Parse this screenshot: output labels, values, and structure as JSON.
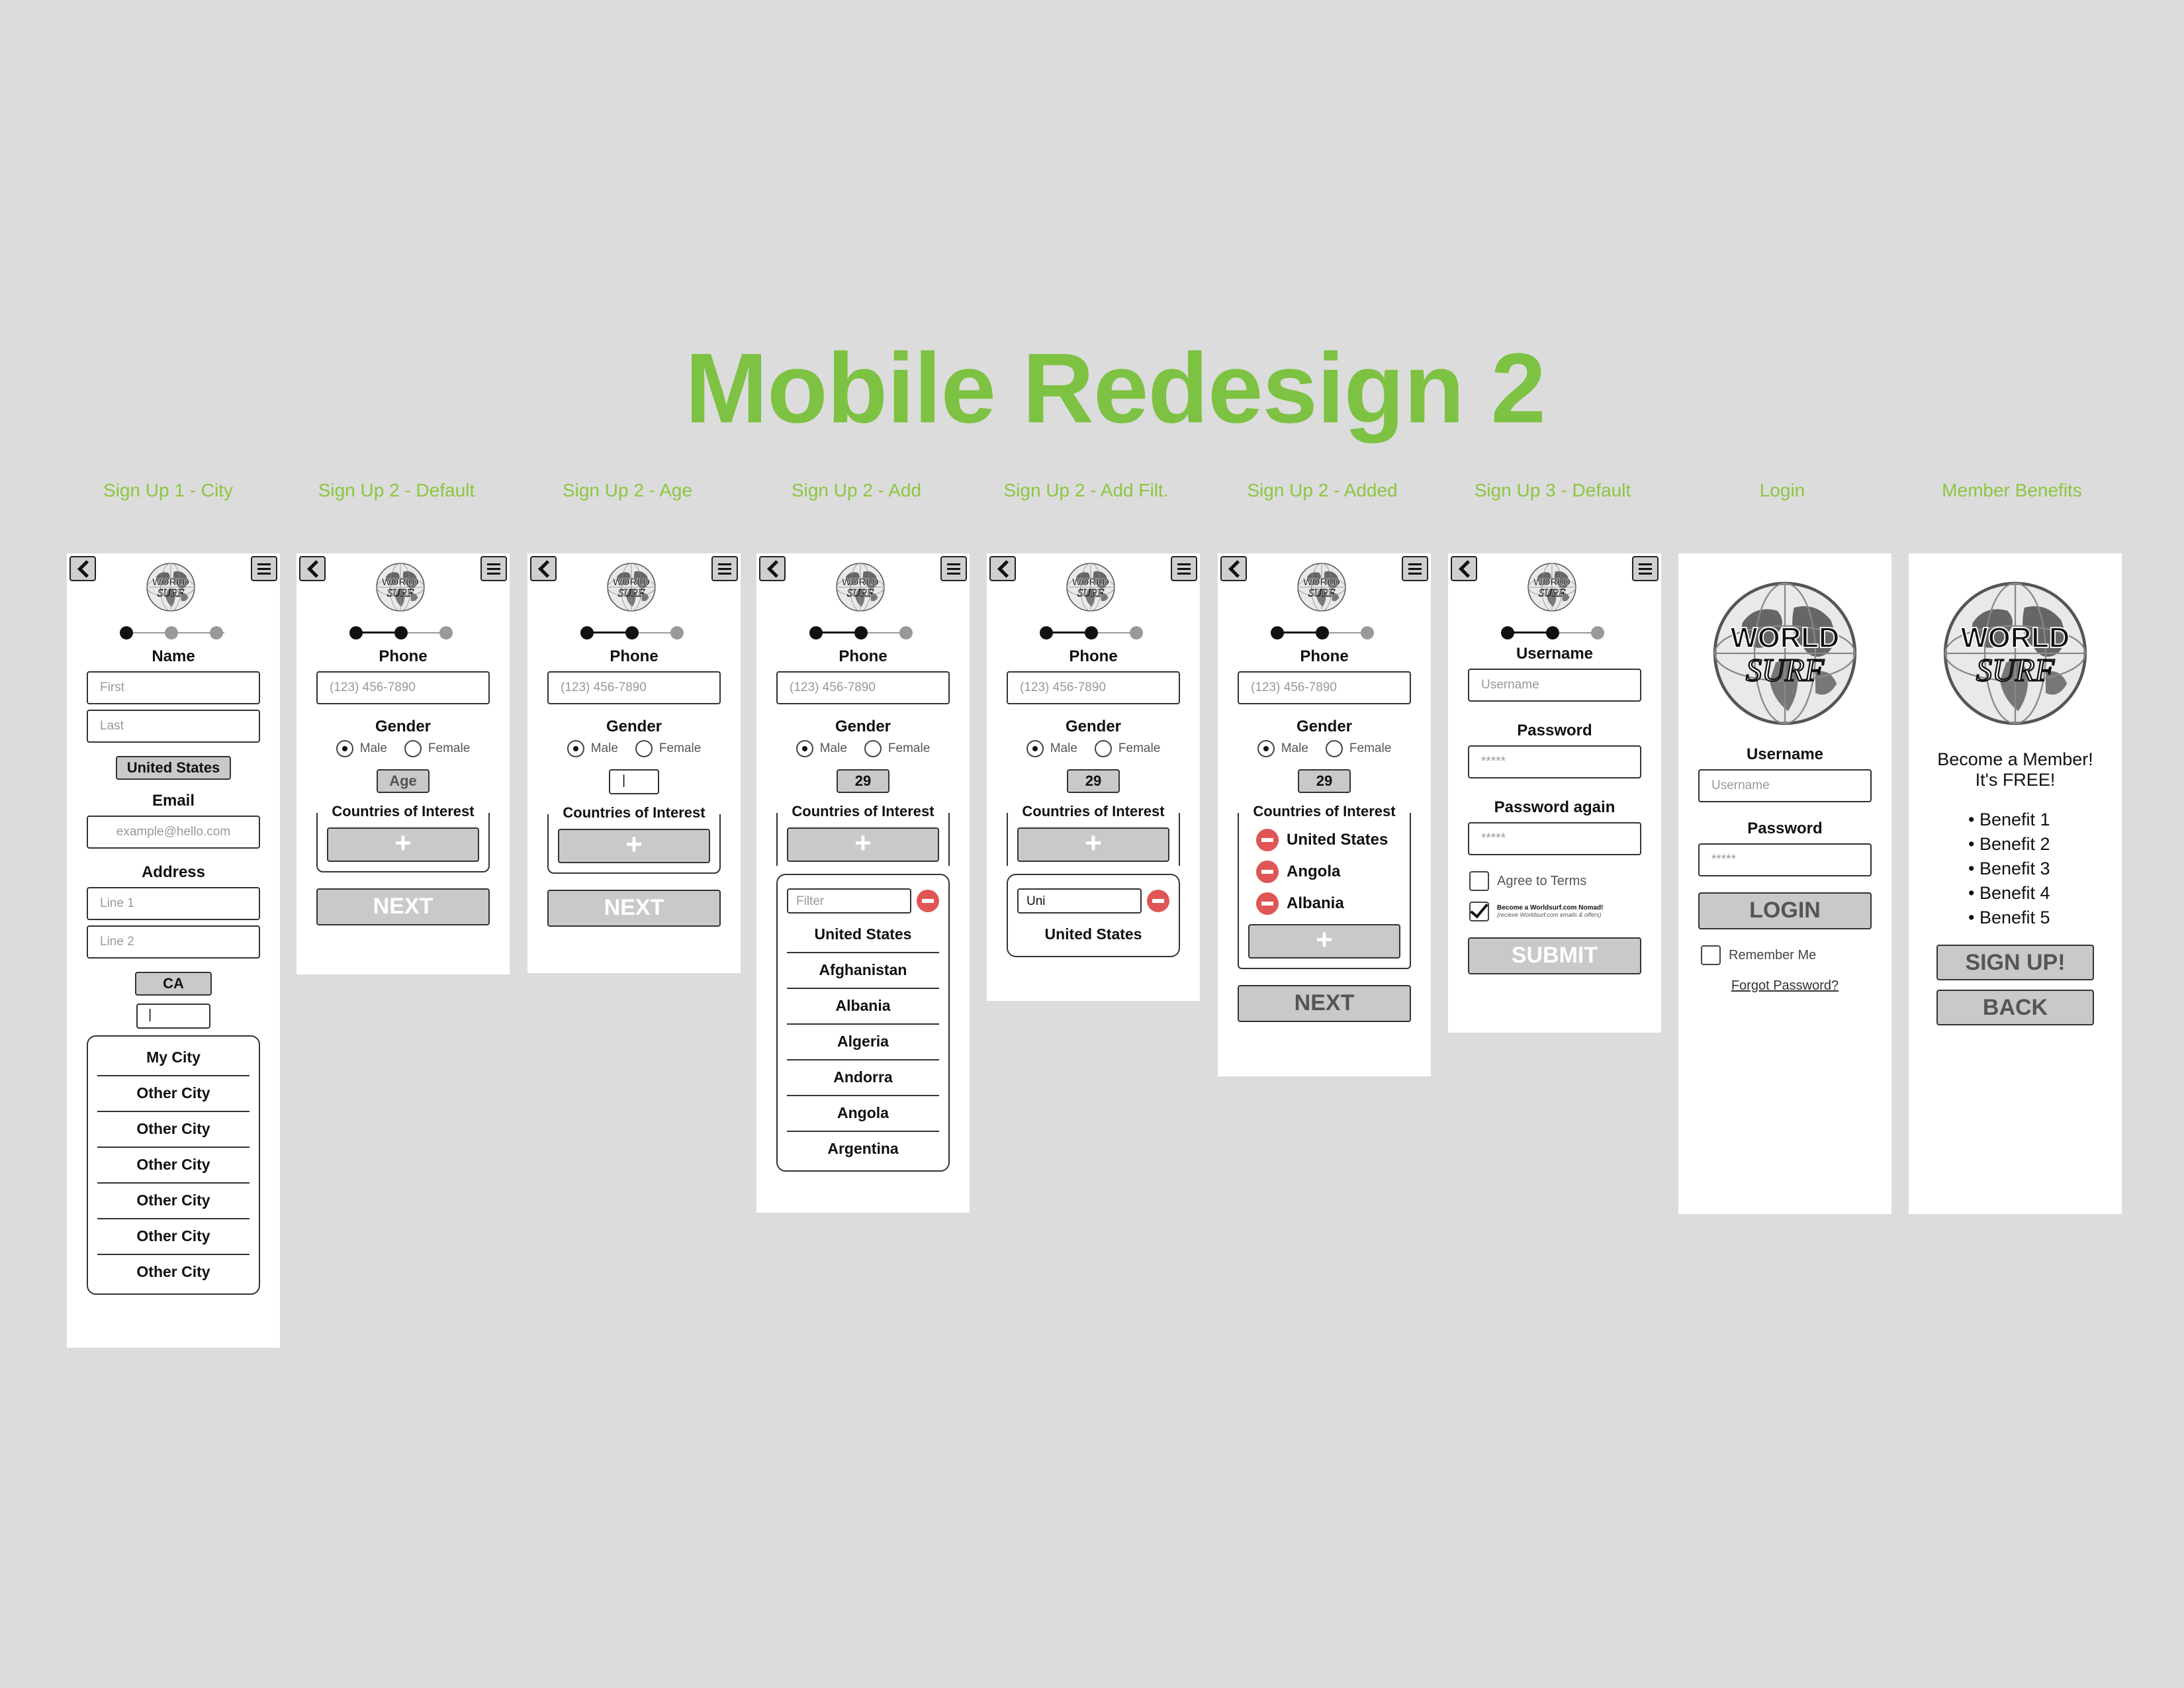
{
  "page_title": "Mobile Redesign 2",
  "logo": {
    "line1": "WORLD",
    "line2": "SURF"
  },
  "screen_labels": [
    "Sign Up 1 - City",
    "Sign Up 2 - Default",
    "Sign Up 2 - Age",
    "Sign Up 2 - Add",
    "Sign Up 2 - Add Filt.",
    "Sign Up 2 - Added",
    "Sign Up 3 - Default",
    "Login",
    "Member Benefits"
  ],
  "s1": {
    "name_label": "Name",
    "first_ph": "First",
    "last_ph": "Last",
    "country": "United States",
    "email_label": "Email",
    "email_ph": "example@hello.com",
    "address_label": "Address",
    "line1_ph": "Line 1",
    "line2_ph": "Line 2",
    "state": "CA",
    "city_input": "|",
    "cities": [
      "My City",
      "Other City",
      "Other City",
      "Other City",
      "Other City",
      "Other City",
      "Other City"
    ]
  },
  "common": {
    "phone_label": "Phone",
    "phone_ph": "(123) 456-7890",
    "gender_label": "Gender",
    "male": "Male",
    "female": "Female",
    "coi_label": "Countries of Interest",
    "plus": "+",
    "next": "NEXT"
  },
  "s2": {
    "age_btn": "Age"
  },
  "s3": {
    "age_input": "|"
  },
  "s4": {
    "age": "29",
    "filter_ph": "Filter",
    "countries": [
      "United States",
      "Afghanistan",
      "Albania",
      "Algeria",
      "Andorra",
      "Angola",
      "Argentina"
    ]
  },
  "s5": {
    "age": "29",
    "filter_value": "Uni",
    "result": "United States"
  },
  "s6": {
    "age": "29",
    "added": [
      "United States",
      "Angola",
      "Albania"
    ]
  },
  "s7": {
    "username_label": "Username",
    "username_ph": "Username",
    "password_label": "Password",
    "password_ph": "*****",
    "password_again_label": "Password again",
    "password_again_ph": "*****",
    "terms": "Agree to Terms",
    "nomad_line1": "Become a Worldsurf.com Nomad!",
    "nomad_line2": "(recieve Worldsurf.com emails & offers)",
    "submit": "SUBMIT"
  },
  "s8": {
    "username_label": "Username",
    "username_ph": "Username",
    "password_label": "Password",
    "password_ph": "*****",
    "login": "LOGIN",
    "remember": "Remember Me",
    "forgot": "Forgot Password?"
  },
  "s9": {
    "become": "Become a Member!",
    "free": "It's FREE!",
    "benefits": [
      "Benefit 1",
      "Benefit 2",
      "Benefit 3",
      "Benefit 4",
      "Benefit 5"
    ],
    "signup": "SIGN UP!",
    "back": "BACK"
  },
  "colors": {
    "title_green": "#7dc242",
    "label_green": "#8cc63f",
    "remove_red": "#e05555",
    "button_gray": "#c9c9c9",
    "background": "#dcdcdc"
  }
}
